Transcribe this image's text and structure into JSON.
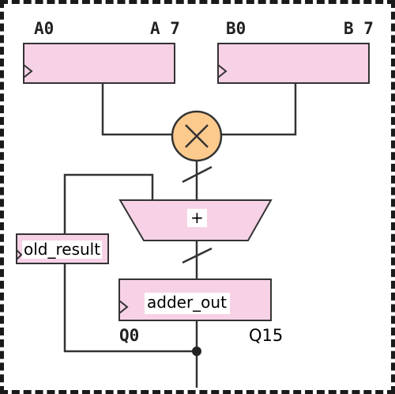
{
  "labels": {
    "a_low": "A0",
    "a_high": "A 7",
    "b_low": "B0",
    "b_high": "B 7",
    "q_low": "Q0",
    "q_high": "Q15"
  },
  "blocks": {
    "multiplier": "×",
    "adder": "+",
    "old_result": "old_result",
    "adder_out": "adder_out"
  },
  "colors": {
    "register_fill": "#f7d2e6",
    "multiplier_fill": "#fdca8e",
    "wire": "#333333"
  }
}
